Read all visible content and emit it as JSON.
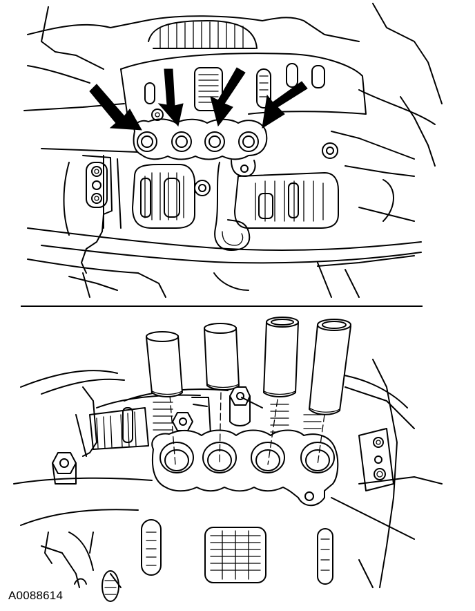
{
  "figure": {
    "caption": "A0088614",
    "colors": {
      "ink": "#000000",
      "paper": "#ffffff"
    },
    "panels": [
      {
        "id": "top",
        "arrow_count": 4,
        "bore_count": 4
      },
      {
        "id": "bottom",
        "tool_count": 4,
        "bore_count": 4
      }
    ]
  }
}
